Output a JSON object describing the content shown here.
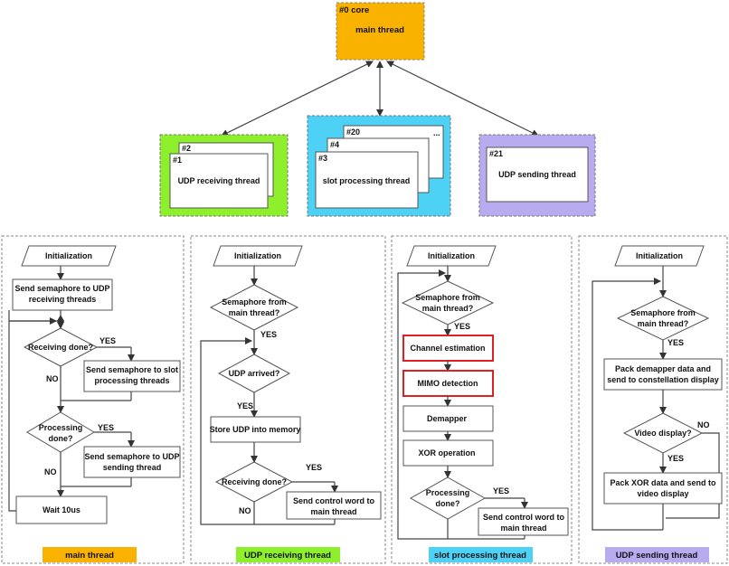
{
  "core": {
    "id": "#0 core",
    "title": "main thread",
    "color": "#f9b200"
  },
  "threads": [
    {
      "ids": [
        "#2",
        "#1"
      ],
      "title": "UDP receiving thread",
      "color": "#8ef02c"
    },
    {
      "ids": [
        "#20",
        "#4",
        "#3"
      ],
      "title": "slot processing thread",
      "color": "#4dd2f5",
      "more": "..."
    },
    {
      "ids": [
        "#21"
      ],
      "title": "UDP sending thread",
      "color": "#b9abf0"
    }
  ],
  "panels": {
    "main": {
      "label": "main thread",
      "init": "Initialization",
      "send_recv": [
        "Send semaphore to UDP",
        "receiving threads"
      ],
      "recv_done": "Receiving done?",
      "send_slot": [
        "Send semaphore to slot",
        "processing threads"
      ],
      "proc_done": [
        "Processing",
        "done?"
      ],
      "send_udp": [
        "Send semaphore to UDP",
        "sending thread"
      ],
      "wait": "Wait 10us",
      "yes": "YES",
      "no": "NO"
    },
    "recv": {
      "label": "UDP receiving thread",
      "init": "Initialization",
      "sem": [
        "Semaphore from",
        "main thread?"
      ],
      "arrived": "UDP arrived?",
      "store": "Store UDP into memory",
      "recv_done": "Receiving done?",
      "send_ctrl": [
        "Send control word to",
        "main thread"
      ],
      "yes": "YES",
      "no": "NO"
    },
    "slot": {
      "label": "slot processing thread",
      "init": "Initialization",
      "sem": [
        "Semaphore from",
        "main thread?"
      ],
      "chest": "Channel estimation",
      "mimo": "MIMO detection",
      "demap": "Demapper",
      "xor": "XOR operation",
      "proc_done": [
        "Processing",
        "done?"
      ],
      "send_ctrl": [
        "Send control word to",
        "main thread"
      ],
      "yes": "YES"
    },
    "send": {
      "label": "UDP sending thread",
      "init": "Initialization",
      "sem": [
        "Semaphore from",
        "main thread?"
      ],
      "pack_demap": [
        "Pack demapper data and",
        "send to constellation display"
      ],
      "video": "Video display?",
      "pack_xor": [
        "Pack XOR data and send to",
        "video display"
      ],
      "yes": "YES",
      "no": "NO"
    }
  },
  "colors": {
    "main": "#f9b200",
    "recv": "#8ef02c",
    "slot": "#4dd2f5",
    "send": "#b9abf0",
    "highlight": "#e02020"
  }
}
